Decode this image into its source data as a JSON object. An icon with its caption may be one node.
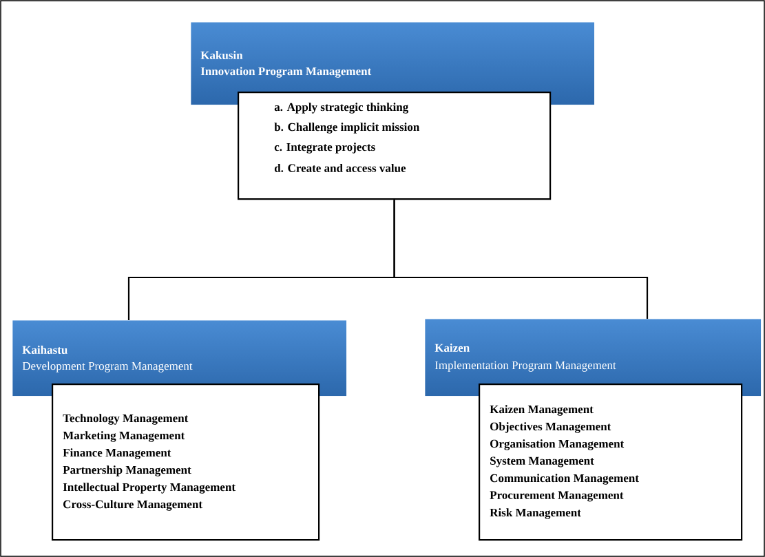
{
  "diagram": {
    "nodes": [
      {
        "text": [
          "Kakusin",
          "Innovation Program Management"
        ]
      },
      {
        "text": [
          "a. Apply strategic thinking",
          "b. Challenge implicit mission",
          "c. Integrate projects",
          "d. Create and access value"
        ]
      },
      {
        "text": [
          "Kaihastu",
          "Development Program Management"
        ]
      },
      {
        "text": [
          "Technology Management",
          "Marketing Management",
          "Finance Management",
          "Partnership Management",
          "Intellectual Property Management",
          "Cross-Culture Management"
        ]
      },
      {
        "text": [
          "Kaizen",
          "Implementation Program Management"
        ]
      },
      {
        "text": [
          "Kaizen Management",
          "Objectives Management",
          "Organisation Management",
          "System Management",
          "Communication Management",
          "Procurement Management",
          "Risk Management"
        ]
      }
    ],
    "edges": [
      {
        "from": 1,
        "to": 2,
        "arrow": "none"
      },
      {
        "from": 1,
        "to": 4,
        "arrow": "none"
      }
    ]
  }
}
